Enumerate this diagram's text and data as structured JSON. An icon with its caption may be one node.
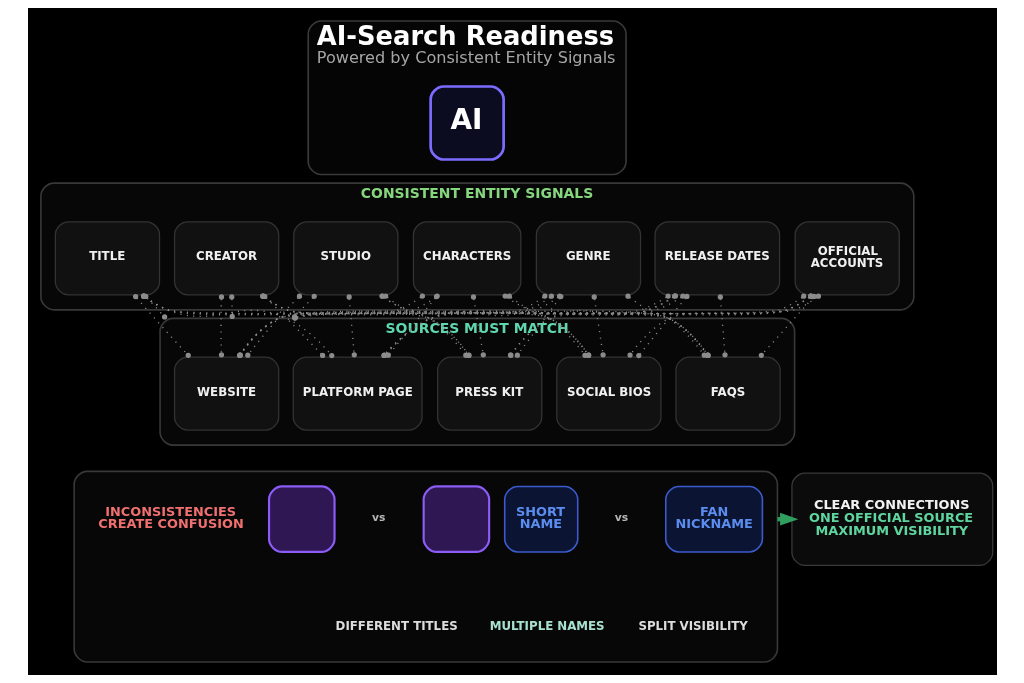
{
  "diagram": {
    "nodes": [
      {
        "text": [
          "AI-Search Readiness",
          "Powered by Consistent Entity Signals"
        ]
      },
      {
        "text": [
          "AI"
        ],
        "in": 0
      },
      {
        "text": [
          "CONSISTENT ENTITY SIGNALS"
        ]
      },
      {
        "text": [
          "TITLE"
        ],
        "in": 2
      },
      {
        "text": [
          "CREATOR"
        ],
        "in": 2
      },
      {
        "text": [
          "STUDIO"
        ],
        "in": 2
      },
      {
        "text": [
          "CHARACTERS"
        ],
        "in": 2
      },
      {
        "text": [
          "GENRE"
        ],
        "in": 2
      },
      {
        "text": [
          "RELEASE DATES"
        ],
        "in": 2
      },
      {
        "text": [
          "OFFICIAL ACCOUNTS"
        ],
        "in": 2
      },
      {
        "text": [
          "SOURCES MUST MATCH"
        ]
      },
      {
        "text": [
          "WEBSITE"
        ],
        "in": 10
      },
      {
        "text": [
          "PLATFORM PAGE"
        ],
        "in": 10
      },
      {
        "text": [
          "PRESS KIT"
        ],
        "in": 10
      },
      {
        "text": [
          "SOCIAL BIOS"
        ],
        "in": 10
      },
      {
        "text": [
          "FAQS"
        ],
        "in": 10
      },
      {
        "text": [],
        "shape": "box"
      },
      {
        "text": [],
        "shape": "box",
        "in": 16
      },
      {
        "text": [],
        "shape": "box",
        "in": 16
      },
      {
        "text": [
          "SHORT NAME"
        ],
        "in": 16
      },
      {
        "text": [
          "FAN NICKNAME"
        ],
        "in": 16
      },
      {
        "text": [
          "CLEAR CONNECTIONS",
          "ONE OFFICIAL SOURCE",
          "MAXIMUM VISIBILITY"
        ]
      }
    ],
    "edges": [
      {
        "from": 3,
        "to": 11,
        "arrow": "other",
        "style": "dashed"
      },
      {
        "from": 3,
        "to": 12,
        "arrow": "other",
        "style": "dashed"
      },
      {
        "from": 3,
        "to": 13,
        "arrow": "other",
        "style": "dashed"
      },
      {
        "from": 3,
        "to": 14,
        "arrow": "other",
        "style": "dashed"
      },
      {
        "from": 3,
        "to": 15,
        "arrow": "other",
        "style": "dashed"
      },
      {
        "from": 3,
        "to": 10,
        "arrow": "other",
        "style": "dashed"
      },
      {
        "from": 4,
        "to": 11,
        "arrow": "other",
        "style": "dashed"
      },
      {
        "from": 4,
        "to": 12,
        "arrow": "other",
        "style": "dashed"
      },
      {
        "from": 4,
        "to": 13,
        "arrow": "other",
        "style": "dashed"
      },
      {
        "from": 4,
        "to": 14,
        "arrow": "other",
        "style": "dashed"
      },
      {
        "from": 4,
        "to": 15,
        "arrow": "other",
        "style": "dashed"
      },
      {
        "from": 4,
        "to": 10,
        "arrow": "other",
        "style": "dashed"
      },
      {
        "from": 5,
        "to": 11,
        "arrow": "other",
        "style": "dashed"
      },
      {
        "from": 5,
        "to": 12,
        "arrow": "other",
        "style": "dashed"
      },
      {
        "from": 5,
        "to": 13,
        "arrow": "other",
        "style": "dashed"
      },
      {
        "from": 5,
        "to": 14,
        "arrow": "other",
        "style": "dashed"
      },
      {
        "from": 5,
        "to": 15,
        "arrow": "other",
        "style": "dashed"
      },
      {
        "from": 5,
        "to": 10,
        "arrow": "other",
        "style": "dashed"
      },
      {
        "from": 6,
        "to": 11,
        "arrow": "other",
        "style": "dashed"
      },
      {
        "from": 6,
        "to": 12,
        "arrow": "other",
        "style": "dashed"
      },
      {
        "from": 6,
        "to": 13,
        "arrow": "other",
        "style": "dashed"
      },
      {
        "from": 6,
        "to": 14,
        "arrow": "other",
        "style": "dashed"
      },
      {
        "from": 6,
        "to": 15,
        "arrow": "other",
        "style": "dashed"
      },
      {
        "from": 6,
        "to": 10,
        "arrow": "other",
        "style": "dashed"
      },
      {
        "from": 7,
        "to": 11,
        "arrow": "other",
        "style": "dashed"
      },
      {
        "from": 7,
        "to": 12,
        "arrow": "other",
        "style": "dashed"
      },
      {
        "from": 7,
        "to": 13,
        "arrow": "other",
        "style": "dashed"
      },
      {
        "from": 7,
        "to": 14,
        "arrow": "other",
        "style": "dashed"
      },
      {
        "from": 7,
        "to": 15,
        "arrow": "other",
        "style": "dashed"
      },
      {
        "from": 7,
        "to": 10,
        "arrow": "other",
        "style": "dashed"
      },
      {
        "from": 8,
        "to": 11,
        "arrow": "other",
        "style": "dashed"
      },
      {
        "from": 8,
        "to": 12,
        "arrow": "other",
        "style": "dashed"
      },
      {
        "from": 8,
        "to": 13,
        "arrow": "other",
        "style": "dashed"
      },
      {
        "from": 8,
        "to": 14,
        "arrow": "other",
        "style": "dashed"
      },
      {
        "from": 8,
        "to": 15,
        "arrow": "other",
        "style": "dashed"
      },
      {
        "from": 8,
        "to": 10,
        "arrow": "other",
        "style": "dashed"
      },
      {
        "from": 9,
        "to": 11,
        "arrow": "other",
        "style": "dashed"
      },
      {
        "from": 9,
        "to": 12,
        "arrow": "other",
        "style": "dashed"
      },
      {
        "from": 9,
        "to": 13,
        "arrow": "other",
        "style": "dashed"
      },
      {
        "from": 9,
        "to": 14,
        "arrow": "other",
        "style": "dashed"
      },
      {
        "from": 9,
        "to": 15,
        "arrow": "other",
        "style": "dashed"
      },
      {
        "from": 9,
        "to": 10,
        "arrow": "other",
        "style": "dashed"
      },
      {
        "from": 16,
        "to": 21,
        "arrow": "to",
        "style": "thick",
        "color": "#2f9e5e"
      }
    ],
    "labels": [
      "INCONSISTENCIES CREATE CONFUSION",
      "vs",
      "DIFFERENT TITLES",
      "vs",
      "MULTIPLE NAMES",
      "SPLIT VISIBILITY"
    ]
  }
}
